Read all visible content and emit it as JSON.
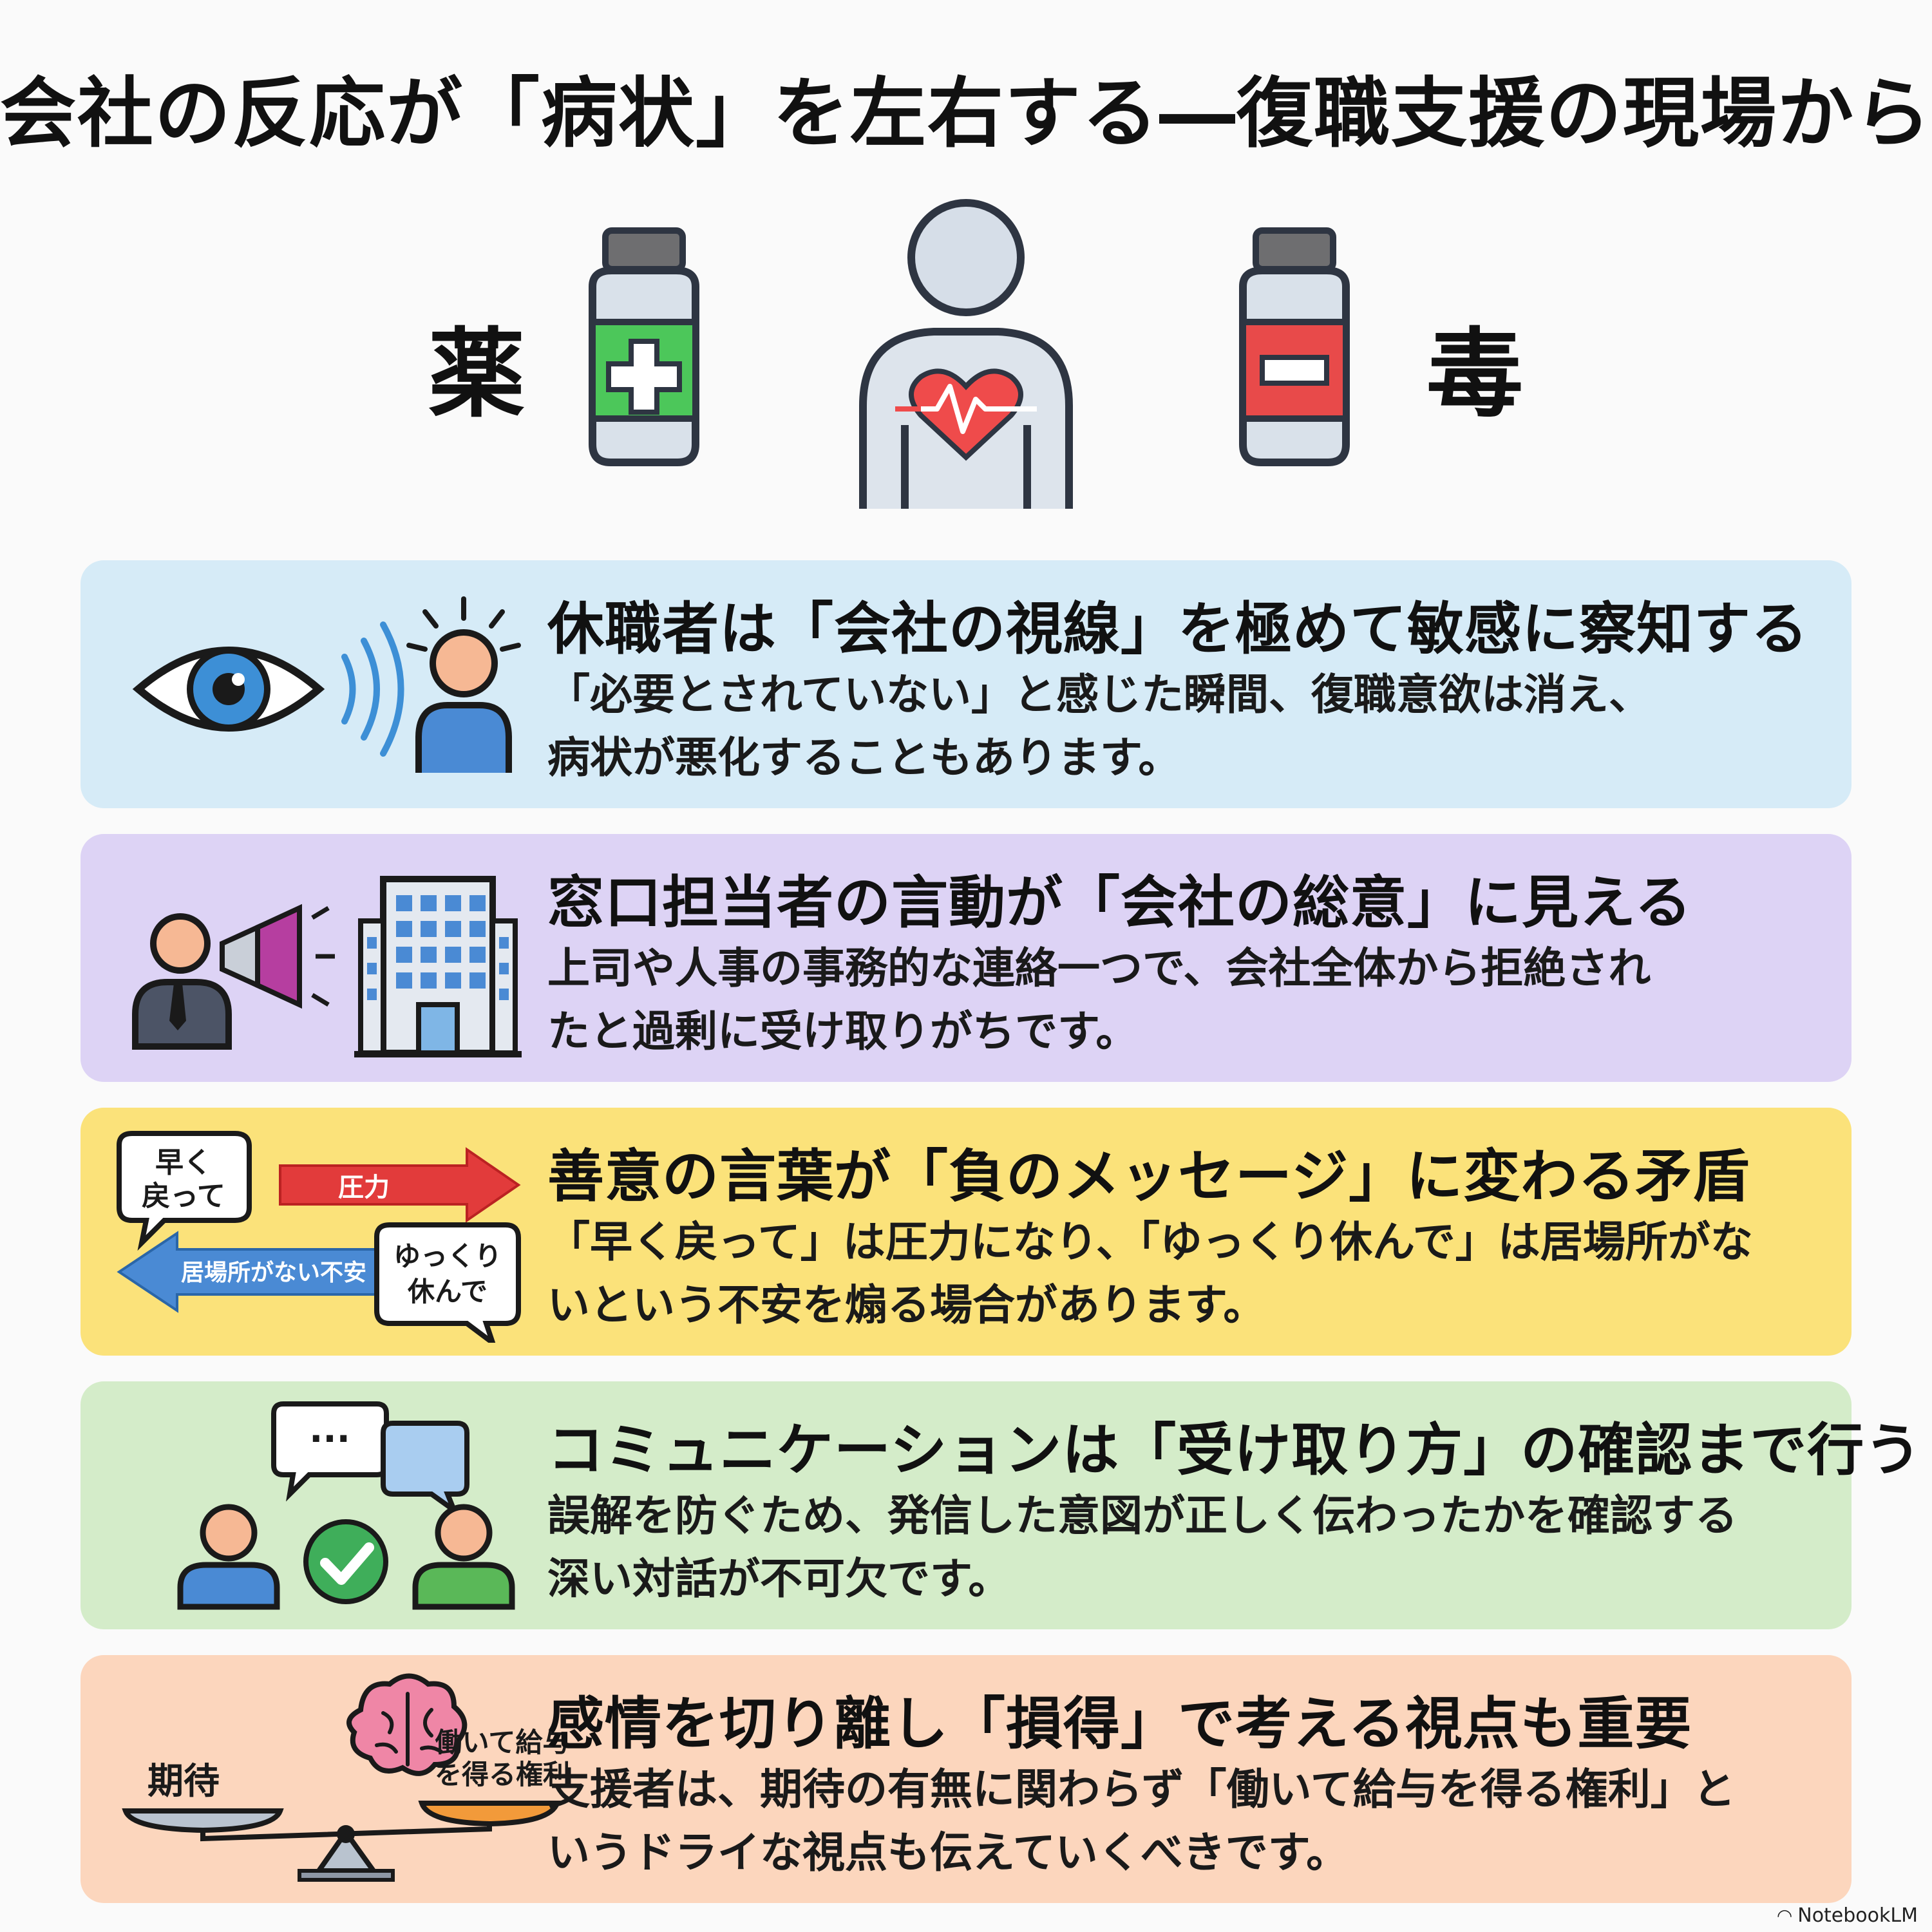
{
  "title": "会社の反応が「病状」を左右する―復職支援の現場から",
  "hero": {
    "left_label": "薬",
    "right_label": "毒",
    "left_icon": "medicine-bottle-plus-icon",
    "center_icon": "person-heart-icon",
    "right_icon": "medicine-bottle-minus-icon"
  },
  "cards": [
    {
      "heading": "休職者は「会社の視線」を極めて敏感に察知する",
      "body_line1": "「必要とされていない」と感じた瞬間、復職意欲は消え、",
      "body_line2": "病状が悪化することもあります。",
      "icon": "eye-person-icon"
    },
    {
      "heading": "窓口担当者の言動が「会社の総意」に見える",
      "body_line1": "上司や人事の事務的な連絡一つで、会社全体から拒絶され",
      "body_line2": "たと過剰に受け取りがちです。",
      "icon": "megaphone-building-icon"
    },
    {
      "heading": "善意の言葉が「負のメッセージ」に変わる矛盾",
      "body_line1": "「早く戻って」は圧力になり、「ゆっくり休んで」は居場所がな",
      "body_line2": "いという不安を煽る場合があります。",
      "icon": "speech-arrows-icon",
      "illus": {
        "bubble1_line1": "早く",
        "bubble1_line2": "戻って",
        "arrow1": "圧力",
        "bubble2_line1": "ゆっくり",
        "bubble2_line2": "休んで",
        "arrow2": "居場所がない不安"
      }
    },
    {
      "heading": "コミュニケーションは「受け取り方」の確認まで行う",
      "body_line1": "誤解を防ぐため、発信した意図が正しく伝わったかを確認する",
      "body_line2": "深い対話が不可欠です。",
      "icon": "chat-check-icon",
      "illus": {
        "dots": "···"
      }
    },
    {
      "heading": "感情を切り離し「損得」で考える視点も重要",
      "body_line1": "支援者は、期待の有無に関わらず「働いて給与を得る権利」と",
      "body_line2": "いうドライな視点も伝えていくべきです。",
      "icon": "brain-scale-icon",
      "illus": {
        "left": "期待",
        "right_line1": "働いて給与",
        "right_line2": "を得る権利"
      }
    }
  ],
  "footer": {
    "brand": "NotebookLM",
    "icon": "notebooklm-logo-icon"
  },
  "colors": {
    "card1": "#d6ebf7",
    "card2": "#ddd3f5",
    "card3": "#fbe27a",
    "card4": "#d4ecc9",
    "card5": "#fcd6bd",
    "plus_green": "#4cc75a",
    "minus_red": "#e84a4a",
    "heart": "#ef4b4b"
  }
}
